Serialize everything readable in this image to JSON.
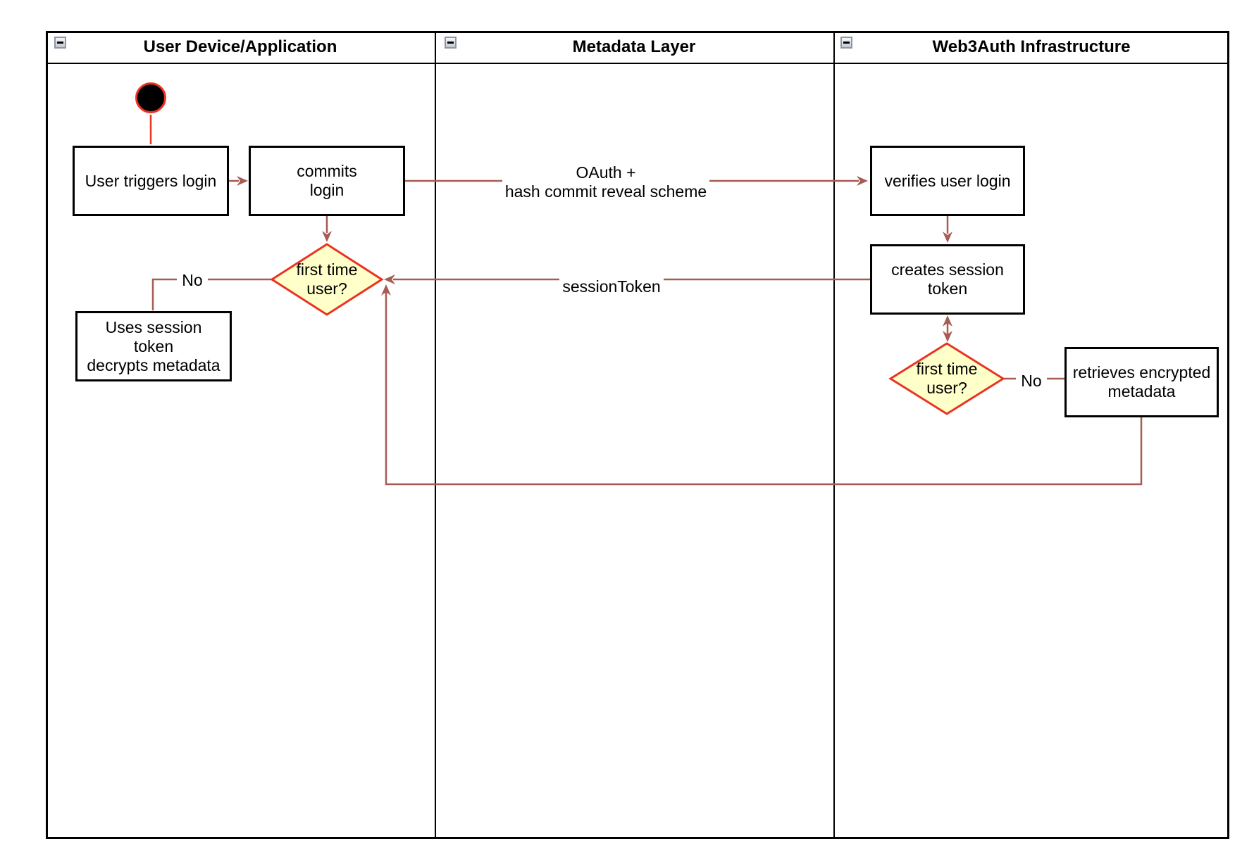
{
  "diagram": {
    "lanes": [
      {
        "title": "User Device/Application"
      },
      {
        "title": "Metadata Layer"
      },
      {
        "title": "Web3Auth Infrastructure"
      }
    ],
    "nodes": {
      "user_triggers_login": "User triggers login",
      "commits_login": "commits\nlogin",
      "first_time_user_left": "first time\nuser?",
      "uses_session_token": "Uses session\ntoken\ndecrypts metadata",
      "verifies_user_login": "verifies user login",
      "creates_session_token": "creates session\ntoken",
      "first_time_user_right": "first time\nuser?",
      "retrieves_encrypted_metadata": "retrieves encrypted\nmetadata"
    },
    "edge_labels": {
      "oauth": "OAuth +\nhash commit reveal scheme",
      "session_token": "sessionToken",
      "no_left": "No",
      "no_right": "No"
    },
    "colors": {
      "connector": "#A65B53",
      "shape_red": "#EA3323",
      "diamond_fill": "#FFFFC9",
      "border_black": "#000000"
    }
  }
}
